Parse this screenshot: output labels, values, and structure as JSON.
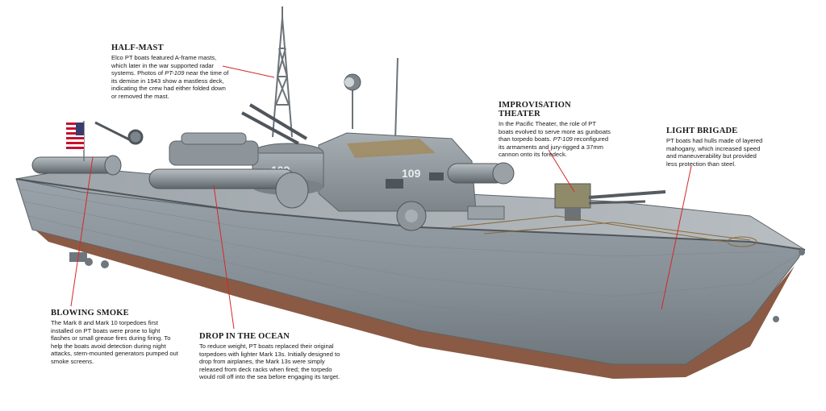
{
  "boat": {
    "hull_number": "109",
    "colors": {
      "hull": "#8b949b",
      "hull_dark": "#6b747b",
      "deck": "#a9b0b5",
      "bottom": "#8a5a44",
      "leader": "#d62828"
    }
  },
  "callouts": {
    "half_mast": {
      "title": "HALF-MAST",
      "text_1": "Elco PT boats featured A-frame masts, which later in the war supported radar systems. Photos of ",
      "italic": "PT-109",
      "text_2": " near the time of its demise in 1943 show a mastless deck, indicating the crew had either folded down or removed the mast."
    },
    "improvisation": {
      "title": "IMPROVISATION THEATER",
      "text_1": "In the Pacific Theater, the role of PT boats evolved to serve more as gunboats than torpedo boats. ",
      "italic": "PT-109",
      "text_2": " reconfigured its armaments and jury-rigged a 37mm cannon onto its foredeck."
    },
    "light_brigade": {
      "title": "LIGHT BRIGADE",
      "text": "PT boats had hulls made of layered mahogany, which increased speed and maneuverability but provided less protection than steel."
    },
    "blowing_smoke": {
      "title": "BLOWING SMOKE",
      "text": "The Mark 8 and Mark 10 torpedoes first installed on PT boats were prone to light flashes or small grease fires during firing. To help the boats avoid detection during night attacks, stern-mounted generators pumped out smoke screens."
    },
    "drop_ocean": {
      "title": "DROP IN THE OCEAN",
      "text": "To reduce weight, PT boats replaced their original torpedoes with lighter Mark 13s. Initially designed to drop from airplanes, the Mark 13s were simply released from deck racks when fired; the torpedo would roll off into the sea before engaging its target."
    }
  }
}
